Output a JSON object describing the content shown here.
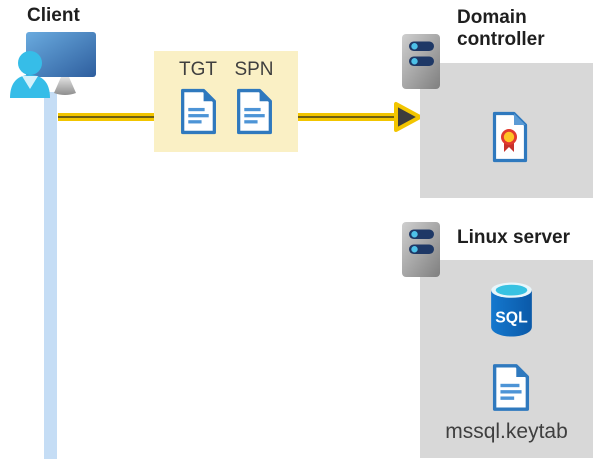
{
  "client": {
    "label": "Client"
  },
  "tickets": {
    "items": [
      {
        "label": "TGT"
      },
      {
        "label": "SPN"
      }
    ]
  },
  "domain_controller": {
    "label": "Domain controller"
  },
  "linux_server": {
    "label": "Linux server",
    "database_label": "SQL",
    "file_label": "mssql.keytab"
  },
  "icons": {
    "client": "client-computer-icon",
    "tickets": "document-icon",
    "servers": "server-icon",
    "domain_controller_content": "certificate-icon",
    "linux_server_content": [
      "sql-database-icon",
      "document-icon"
    ],
    "flow": "right-arrow-icon"
  },
  "colors": {
    "arrow_yellow": "#F2C500",
    "arrow_core": "#6E5F12",
    "arrow_head_fill": "#3D3D3D",
    "ticket_box_bg": "#FAF0C5",
    "panel_bg": "#D8D8D8",
    "lifeline_blue": "#C5DDF5",
    "doc_blue": "#2F79BE",
    "doc_line_blue": "#4D94D6",
    "heading_text": "#1F1F1F",
    "body_text": "#3F3F3F"
  }
}
